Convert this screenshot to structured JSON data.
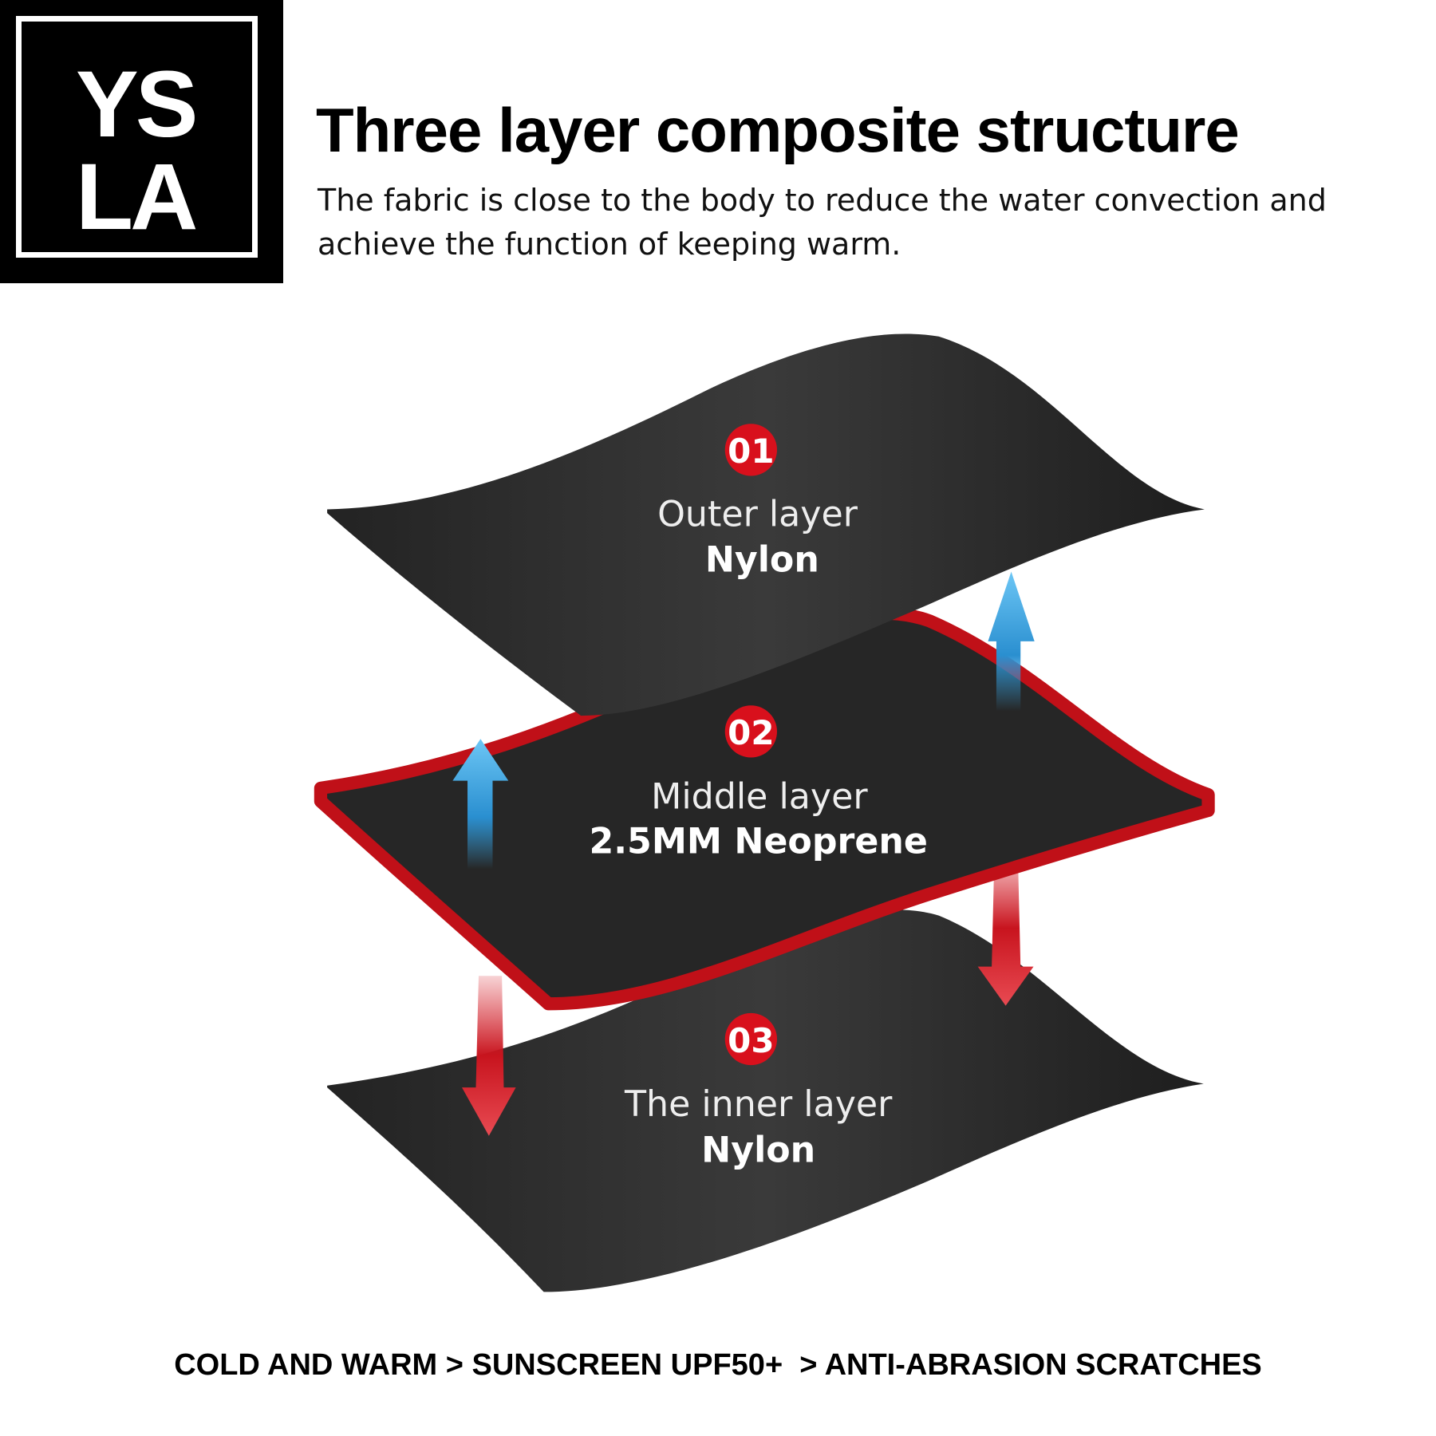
{
  "logo": {
    "line1": "YS",
    "line2": "LA"
  },
  "header": {
    "title": "Three layer composite structure",
    "subtitle": "The fabric is close to the body to reduce the water convection and achieve the function of keeping warm."
  },
  "layers": [
    {
      "number": "01",
      "name": "Outer layer",
      "material": "Nylon"
    },
    {
      "number": "02",
      "name": "Middle layer",
      "material": "2.5MM Neoprene"
    },
    {
      "number": "03",
      "name": "The inner layer",
      "material": "Nylon"
    }
  ],
  "footer": {
    "features": "COLD AND WARM > SUNSCREEN UPF50+  > ANTI-ABRASION SCRATCHES"
  },
  "colors": {
    "badge": "#d8101c",
    "fabric": "#2a2a2a",
    "neoprene_edge": "#c01018",
    "arrow_up": "#3aa6e0",
    "arrow_down": "#d8202a"
  }
}
